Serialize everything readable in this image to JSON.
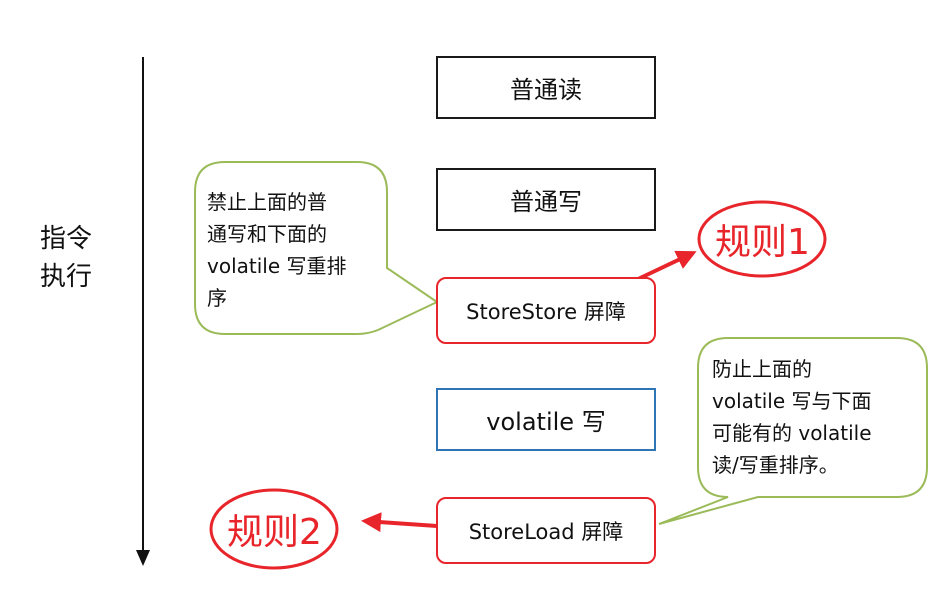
{
  "side_label": {
    "line1": "指令",
    "line2": "执行"
  },
  "boxes": {
    "normal_read": "普通读",
    "normal_write": "普通写",
    "storestore": "StoreStore 屏障",
    "volatile_write": "volatile 写",
    "storeload": "StoreLoad 屏障"
  },
  "callouts": {
    "left": {
      "lines": [
        "禁止上面的普",
        "通写和下面的",
        "volatile 写重排",
        "序"
      ]
    },
    "right": {
      "lines": [
        "防止上面的",
        "volatile 写与下面",
        "可能有的 volatile",
        "读/写重排序。"
      ]
    }
  },
  "rules": {
    "rule1": "规则1",
    "rule2": "规则2"
  },
  "colors": {
    "red": "#e8252a",
    "blue": "#2e75b6",
    "callout_border": "#9bbb59",
    "black": "#1a1a1a"
  }
}
